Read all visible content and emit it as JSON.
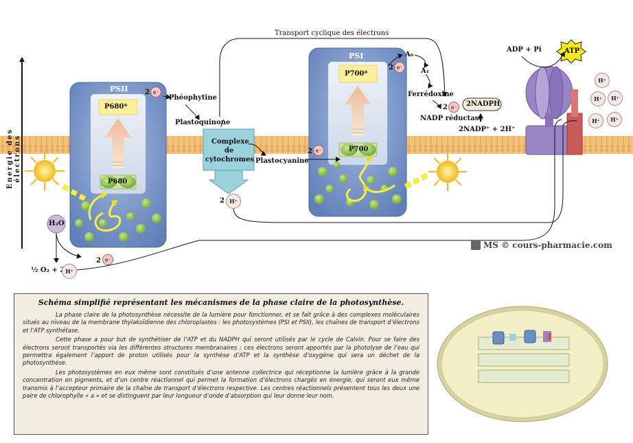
{
  "axis": {
    "label": "Energie des électrons"
  },
  "photosystems": {
    "psii": {
      "name": "PSII",
      "excited": "P680*",
      "ground": "P680"
    },
    "psi": {
      "name": "PSI",
      "excited": "P700*",
      "ground": "P700"
    }
  },
  "electron": {
    "symbol": "e",
    "sup": "-",
    "two": "2"
  },
  "labels": {
    "pheophytine": "Phéophytine",
    "plastoquinone": "Plastoquinone",
    "cytochromes": [
      "Complexe",
      "de",
      "cytochromes"
    ],
    "plastocyanine": "Plastocyanine",
    "transport_cyclique": "Transport cyclique des électrons",
    "a0": "A₀",
    "a1": "A₁",
    "ferredoxine": "Ferrédoxine",
    "nadp_reductase": "NADP réductase",
    "nadph": "2NADPH",
    "nadp_input": "2NADP⁺ + 2H⁺",
    "adp_pi": "ADP + Pi",
    "atp": "ATP",
    "h2o": "H₂O",
    "o2": "½ O₂ + 2",
    "h_plus": "H⁺",
    "two_h_prefix": "2"
  },
  "watermark": {
    "text": "MS © cours-pharmacie.com"
  },
  "textbox": {
    "title": "Schéma simplifié représentant les mécanismes de la phase claire de la photosynthèse.",
    "paragraphs": [
      "La phase claire de la photosynthèse nécessite de la lumière pour fonctionner, et se fait grâce à des complexes moléculaires situés au niveau de la membrane thylakoïdienne des chloroplastes : les photosystèmes (PSI et PSII), les chaînes de transport d’électrons et l’ATP synthétase.",
      "Cette phase a pour but de synthétiser de l’ATP et du NADPH qui seront utilisés par le cycle de Calvin. Pour se faire des électrons seront transportés via les différentes structures membranaires ; ces électrons seront apportés par la photolyse de l’eau qui permettra également l’apport de proton utilisés pour la synthèse d’ATP et la synthèse d’oxygène qui sera un déchet de la photosynthèse.",
      "Les photosystèmes en eux même sont constitués d’une antenne collectrice qui réceptionne la lumière grâce à la grande concentration en pigments, et d’un centre réactionnel qui permet la formation d’électrons chargés en énergie, qui seront eux même transmis à l’accepteur primaire de la chaîne de transport d’électrons respective. Les centres réactionnels présentent tous les deux une paire de chlorophylle « a » et se distinguent par leur longueur d’onde d’absorption qui leur donne leur nom."
    ]
  },
  "colors": {
    "membrane": "#f3c37a",
    "photosystem": "#7d99c9",
    "inner_panel": "#dfe7f2",
    "chlorophyll": "#8dc63f",
    "cytochrome": "#9bd2dc",
    "atp_synthase": "#9b84c4",
    "atp_star": "#f7e81a",
    "sun": "#f6c829",
    "path_yellow": "#f8f040",
    "thylakoid_body": "#f3f0c8"
  }
}
